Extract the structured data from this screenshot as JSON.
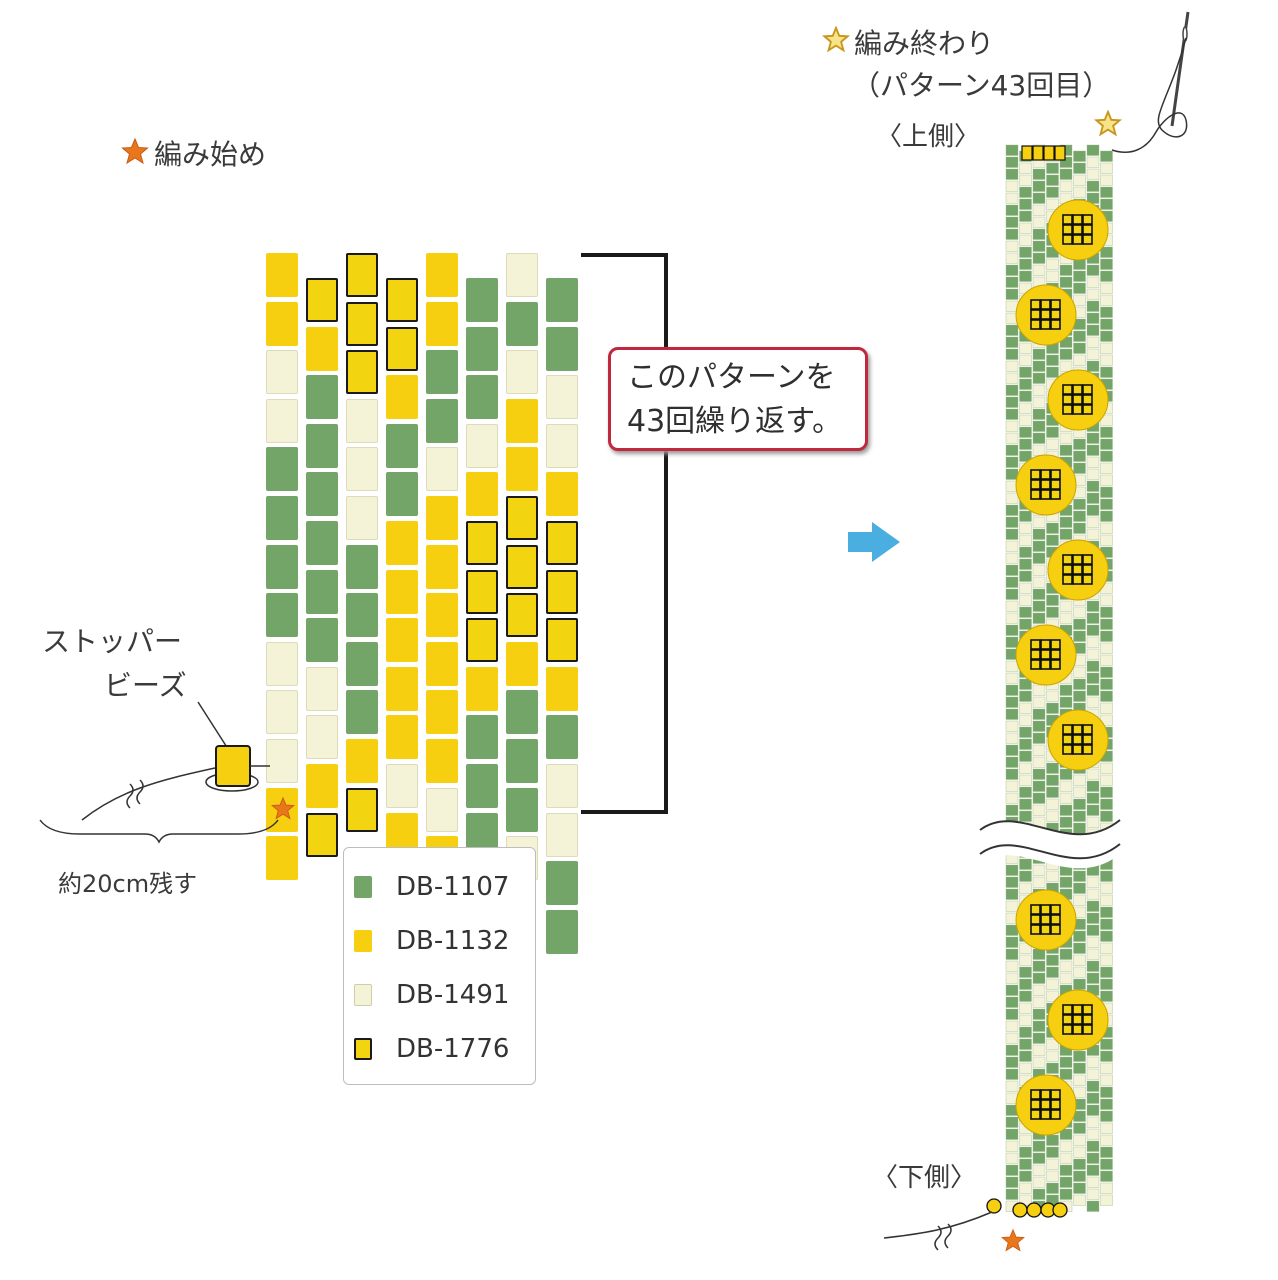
{
  "labels": {
    "start": "編み始め",
    "end_line1": "編み終わり",
    "end_line2": "（パターン43回目）",
    "top_side": "〈上側〉",
    "bottom_side": "〈下側〉",
    "stopper_line1": "ストッパー",
    "stopper_line2": "ビーズ",
    "leave_thread": "約20cm残す",
    "note_line1": "このパターンを",
    "note_line2": "43回繰り返す。"
  },
  "legend": [
    {
      "code": "DB-1107",
      "color_key": "G"
    },
    {
      "code": "DB-1132",
      "color_key": "Y"
    },
    {
      "code": "DB-1491",
      "color_key": "W"
    },
    {
      "code": "DB-1776",
      "color_key": "D"
    }
  ],
  "colors": {
    "G": "#73a468",
    "Y": "#f5cf10",
    "W": "#f4f3d8",
    "D": "#f3d410",
    "star_orange": "#e8771c",
    "star_gold": "#e8b51f",
    "arrow": "#4aaee0",
    "note_border": "#c0283d"
  },
  "pattern_columns": [
    "YYWWGGGGWWWYY",
    "DYGGGGGGWWYD",
    "DDDWWWGGGGYD",
    "DDYGGYYYYYWYD",
    "YYGGWYYYYYYWYY",
    "GGGWYDDDYGGG",
    "WGWYYDDDYGGGW",
    "GGWWYDDDYGWWGG"
  ],
  "icons": {
    "start_marker": "orange-flower-star-icon",
    "end_marker": "gold-star-icon",
    "arrow": "right-arrow-icon",
    "needle": "needle-icon",
    "stopper": "stopper-bead-icon"
  }
}
